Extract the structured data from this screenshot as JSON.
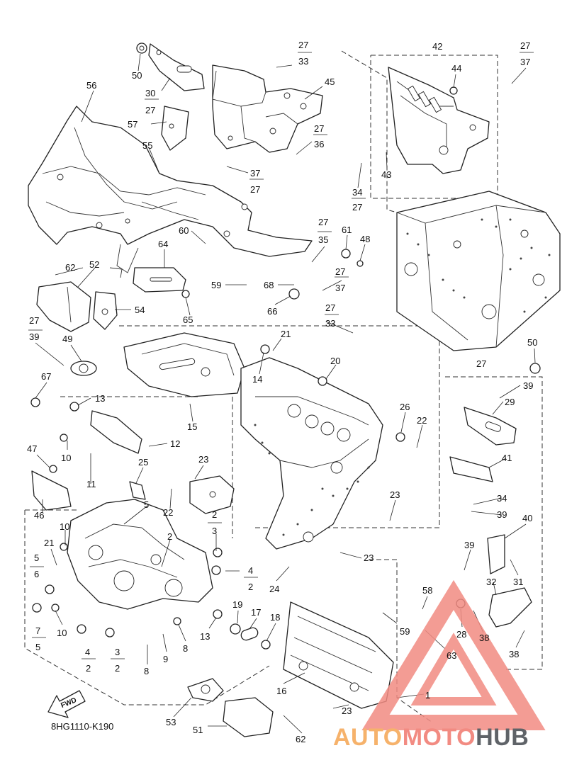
{
  "diagram_code": "8HG1110-K190",
  "fwd_label": "FWD",
  "watermark": {
    "part1": "AUTO",
    "part2": "MOTO",
    "part3": "HUB",
    "color_primary": "#f28b82",
    "color_secondary": "#f6b26b",
    "color_dark": "#5f6368"
  },
  "callouts": [
    {
      "id": "56",
      "text": "56"
    },
    {
      "id": "50a",
      "text": "50"
    },
    {
      "id": "30",
      "text": "30"
    },
    {
      "id": "27a",
      "text": "27"
    },
    {
      "id": "57",
      "text": "57"
    },
    {
      "id": "55",
      "text": "55"
    },
    {
      "id": "27b",
      "text": "27"
    },
    {
      "id": "33a",
      "text": "33"
    },
    {
      "id": "45",
      "text": "45"
    },
    {
      "id": "27c",
      "text": "27"
    },
    {
      "id": "36",
      "text": "36"
    },
    {
      "id": "37a",
      "text": "37"
    },
    {
      "id": "27d",
      "text": "27"
    },
    {
      "id": "42",
      "text": "42"
    },
    {
      "id": "44",
      "text": "44"
    },
    {
      "id": "43",
      "text": "43"
    },
    {
      "id": "34a",
      "text": "34"
    },
    {
      "id": "27e",
      "text": "27"
    },
    {
      "id": "27f",
      "text": "27"
    },
    {
      "id": "37b",
      "text": "37"
    },
    {
      "id": "60",
      "text": "60"
    },
    {
      "id": "27g",
      "text": "27"
    },
    {
      "id": "35",
      "text": "35"
    },
    {
      "id": "61",
      "text": "61"
    },
    {
      "id": "48",
      "text": "48"
    },
    {
      "id": "62a",
      "text": "62"
    },
    {
      "id": "52",
      "text": "52"
    },
    {
      "id": "64",
      "text": "64"
    },
    {
      "id": "59a",
      "text": "59"
    },
    {
      "id": "68",
      "text": "68"
    },
    {
      "id": "27h",
      "text": "27"
    },
    {
      "id": "37c",
      "text": "37"
    },
    {
      "id": "54",
      "text": "54"
    },
    {
      "id": "65",
      "text": "65"
    },
    {
      "id": "66",
      "text": "66"
    },
    {
      "id": "27i",
      "text": "27"
    },
    {
      "id": "33b",
      "text": "33"
    },
    {
      "id": "27j",
      "text": "27"
    },
    {
      "id": "39a",
      "text": "39"
    },
    {
      "id": "49",
      "text": "49"
    },
    {
      "id": "21a",
      "text": "21"
    },
    {
      "id": "14",
      "text": "14"
    },
    {
      "id": "20",
      "text": "20"
    },
    {
      "id": "50b",
      "text": "50"
    },
    {
      "id": "27k",
      "text": "27"
    },
    {
      "id": "67",
      "text": "67"
    },
    {
      "id": "13a",
      "text": "13"
    },
    {
      "id": "15",
      "text": "15"
    },
    {
      "id": "39b",
      "text": "39"
    },
    {
      "id": "29",
      "text": "29"
    },
    {
      "id": "26",
      "text": "26"
    },
    {
      "id": "22a",
      "text": "22"
    },
    {
      "id": "12",
      "text": "12"
    },
    {
      "id": "47",
      "text": "47"
    },
    {
      "id": "10a",
      "text": "10"
    },
    {
      "id": "11",
      "text": "11"
    },
    {
      "id": "25",
      "text": "25"
    },
    {
      "id": "23a",
      "text": "23"
    },
    {
      "id": "41",
      "text": "41"
    },
    {
      "id": "46",
      "text": "46"
    },
    {
      "id": "22b",
      "text": "22"
    },
    {
      "id": "5a",
      "text": "5"
    },
    {
      "id": "23b",
      "text": "23"
    },
    {
      "id": "34b",
      "text": "34"
    },
    {
      "id": "39c",
      "text": "39"
    },
    {
      "id": "10b",
      "text": "10"
    },
    {
      "id": "2a",
      "text": "2"
    },
    {
      "id": "3a",
      "text": "3"
    },
    {
      "id": "40",
      "text": "40"
    },
    {
      "id": "21b",
      "text": "21"
    },
    {
      "id": "5b",
      "text": "5"
    },
    {
      "id": "6",
      "text": "6"
    },
    {
      "id": "2b",
      "text": "2"
    },
    {
      "id": "23c",
      "text": "23"
    },
    {
      "id": "39d",
      "text": "39"
    },
    {
      "id": "4a",
      "text": "4"
    },
    {
      "id": "2c",
      "text": "2"
    },
    {
      "id": "24",
      "text": "24"
    },
    {
      "id": "31",
      "text": "31"
    },
    {
      "id": "58",
      "text": "58"
    },
    {
      "id": "32",
      "text": "32"
    },
    {
      "id": "19",
      "text": "19"
    },
    {
      "id": "17",
      "text": "17"
    },
    {
      "id": "18",
      "text": "18"
    },
    {
      "id": "7",
      "text": "7"
    },
    {
      "id": "10c",
      "text": "10"
    },
    {
      "id": "13b",
      "text": "13"
    },
    {
      "id": "59b",
      "text": "59"
    },
    {
      "id": "28",
      "text": "28"
    },
    {
      "id": "38a",
      "text": "38"
    },
    {
      "id": "5c",
      "text": "5"
    },
    {
      "id": "8a",
      "text": "8"
    },
    {
      "id": "63",
      "text": "63"
    },
    {
      "id": "4b",
      "text": "4"
    },
    {
      "id": "3b",
      "text": "3"
    },
    {
      "id": "9",
      "text": "9"
    },
    {
      "id": "38b",
      "text": "38"
    },
    {
      "id": "2d",
      "text": "2"
    },
    {
      "id": "2e",
      "text": "2"
    },
    {
      "id": "8b",
      "text": "8"
    },
    {
      "id": "16",
      "text": "16"
    },
    {
      "id": "1",
      "text": "1"
    },
    {
      "id": "23d",
      "text": "23"
    },
    {
      "id": "53",
      "text": "53"
    },
    {
      "id": "51",
      "text": "51"
    },
    {
      "id": "62b",
      "text": "62"
    }
  ]
}
